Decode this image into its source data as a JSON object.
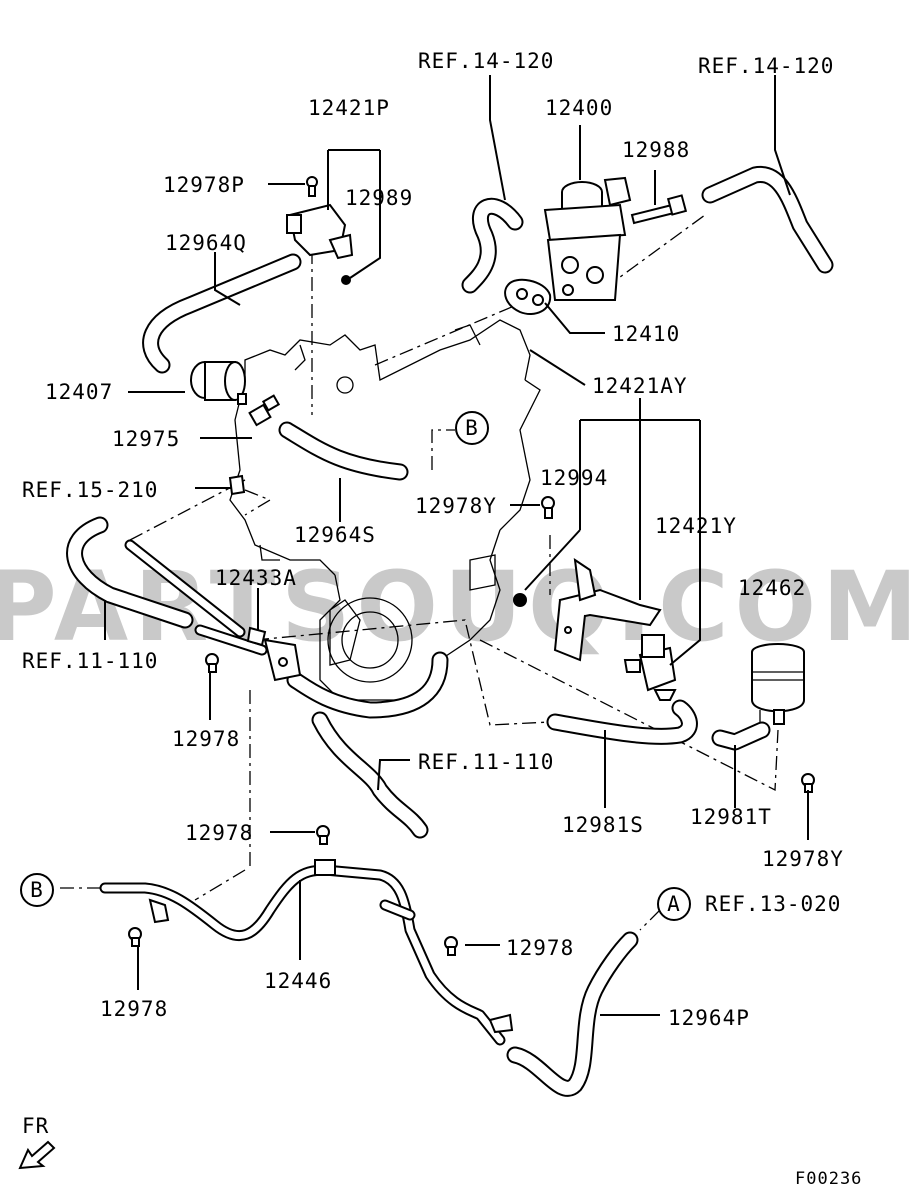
{
  "watermark": "PARTSOUQ.COM",
  "figure_code": "F00236",
  "front_label": "FR",
  "callouts": {
    "a": "A",
    "b_top": "B",
    "b_left": "B"
  },
  "labels": {
    "ref_14_120_a": "REF.14-120",
    "ref_14_120_b": "REF.14-120",
    "p12421P": "12421P",
    "p12400": "12400",
    "p12988": "12988",
    "p12978P": "12978P",
    "p12989": "12989",
    "p12964Q": "12964Q",
    "p12410": "12410",
    "p12407": "12407",
    "p12421AY": "12421AY",
    "p12975": "12975",
    "ref_15_210": "REF.15-210",
    "p12994": "12994",
    "p12978Y_top": "12978Y",
    "p12964S": "12964S",
    "p12421Y": "12421Y",
    "p12433A": "12433A",
    "p12462": "12462",
    "ref_11_110_a": "REF.11-110",
    "p12978_a": "12978",
    "ref_11_110_b": "REF.11-110",
    "p12981S": "12981S",
    "p12981T": "12981T",
    "p12978_b": "12978",
    "p12978Y_bottom": "12978Y",
    "ref_13_020": "REF.13-020",
    "p12978_c": "12978",
    "p12446": "12446",
    "p12978_d": "12978",
    "p12964P": "12964P"
  }
}
